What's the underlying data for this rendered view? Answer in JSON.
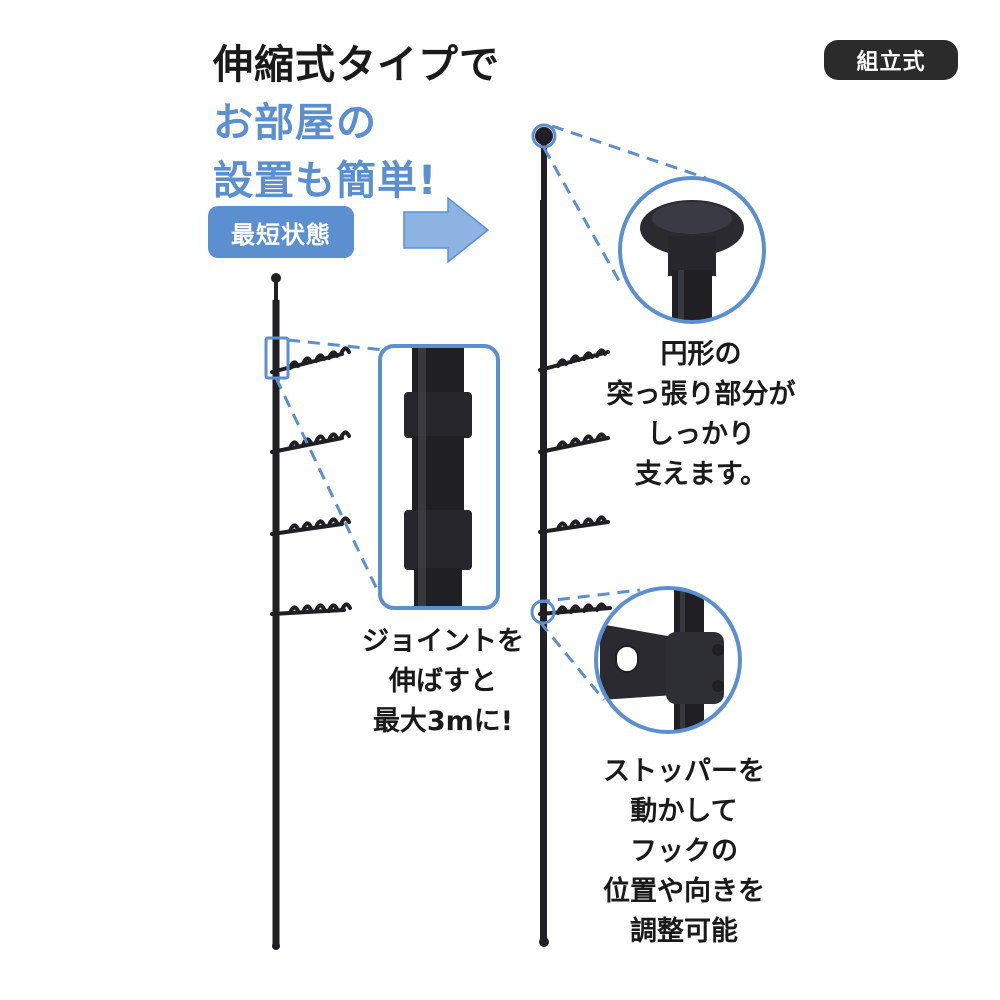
{
  "headline": {
    "line1": "伸縮式タイプで",
    "line2": "お部屋の",
    "line3": "設置も簡単!"
  },
  "badges": {
    "assembly": "組立式",
    "shortest": "最短状態"
  },
  "captions": {
    "joint": [
      "ジョイントを",
      "伸ばすと",
      "最大3mに!"
    ],
    "top_cap": [
      "円形の",
      "突っ張り部分が",
      "しっかり",
      "支えます。"
    ],
    "stopper": [
      "ストッパーを",
      "動かして",
      "フックの",
      "位置や向きを",
      "調整可能"
    ]
  },
  "colors": {
    "accent_blue": "#5b8fd0",
    "arrow_blue": "#8db3e2",
    "pole_black": "#1f1f24",
    "badge_dark": "#2b2b2b"
  }
}
